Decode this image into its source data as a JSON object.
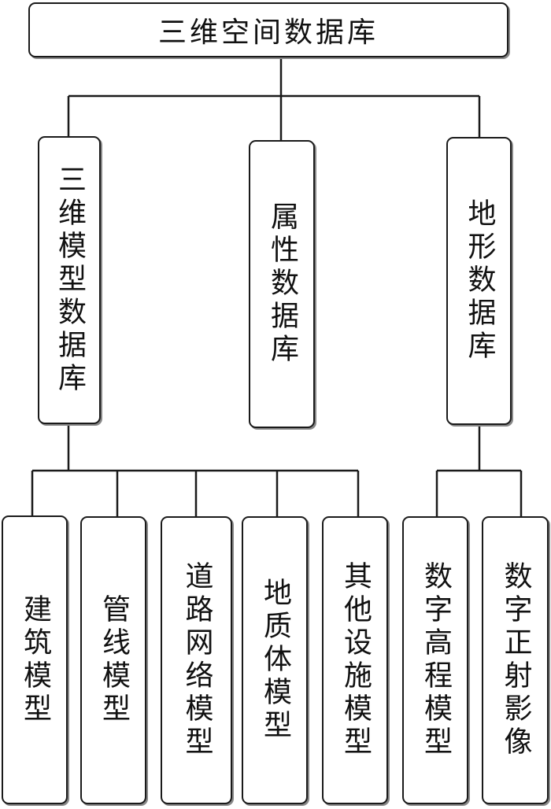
{
  "root": {
    "label": "三维空间数据库"
  },
  "branches": [
    {
      "label": "三维模型数据库"
    },
    {
      "label": "属性数据库"
    },
    {
      "label": "地形数据库"
    }
  ],
  "model_children": [
    {
      "label": "建筑模型"
    },
    {
      "label": "管线模型"
    },
    {
      "label": "道路网络模型"
    },
    {
      "label": "地质体模型"
    },
    {
      "label": "其他设施模型"
    }
  ],
  "terrain_children": [
    {
      "label": "数字高程模型"
    },
    {
      "label": "数字正射影像"
    }
  ]
}
